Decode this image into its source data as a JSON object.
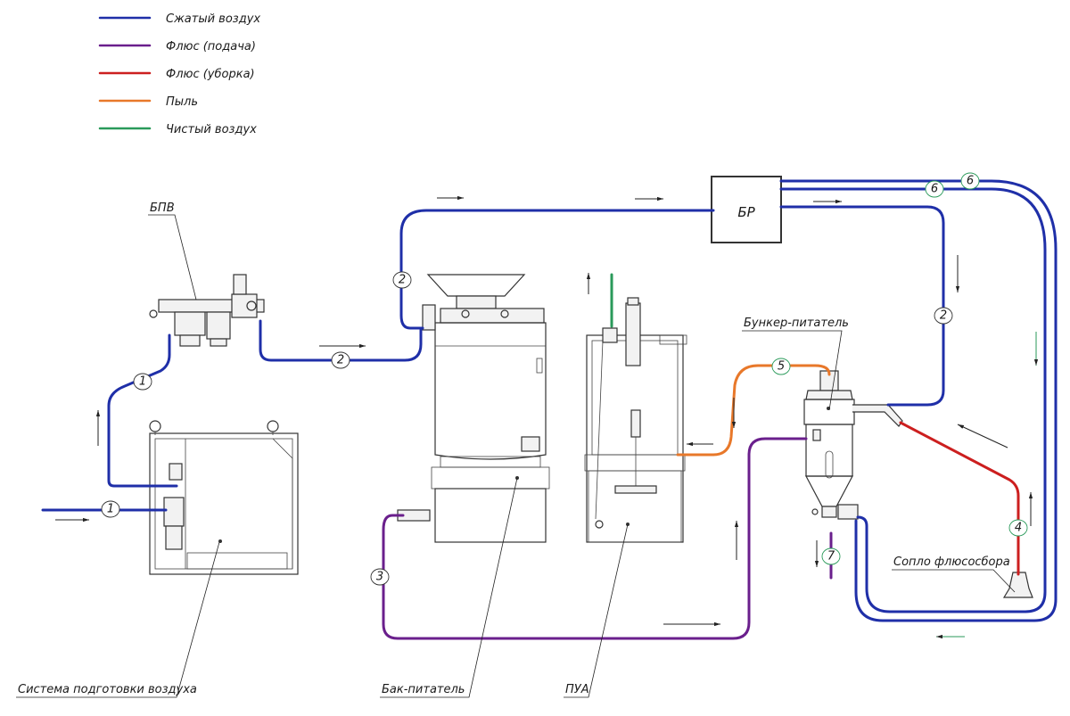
{
  "legend": {
    "items": [
      {
        "label": "Сжатый воздух",
        "color": "#1f2fa8"
      },
      {
        "label": "Флюс (подача)",
        "color": "#6a1f8c"
      },
      {
        "label": "Флюс (уборка)",
        "color": "#cc1f1f"
      },
      {
        "label": "Пыль",
        "color": "#e8782a"
      },
      {
        "label": "Чистый воздух",
        "color": "#2a9a5a"
      }
    ]
  },
  "components": {
    "bpv": "БПВ",
    "br": "БР",
    "hopper": "Бункер-питатель",
    "nozzle": "Сопло флюсосбора",
    "air_system": "Система подготовки воздуха",
    "feed_tank": "Бак-питатель",
    "pua": "ПУА"
  },
  "line_numbers": [
    "1",
    "1",
    "2",
    "2",
    "2",
    "3",
    "4",
    "5",
    "6",
    "6",
    "7"
  ],
  "colors": {
    "air": "#1f2fa8",
    "flux_feed": "#6a1f8c",
    "flux_clean": "#cc1f1f",
    "dust": "#e8782a",
    "clean_air": "#2a9a5a"
  }
}
